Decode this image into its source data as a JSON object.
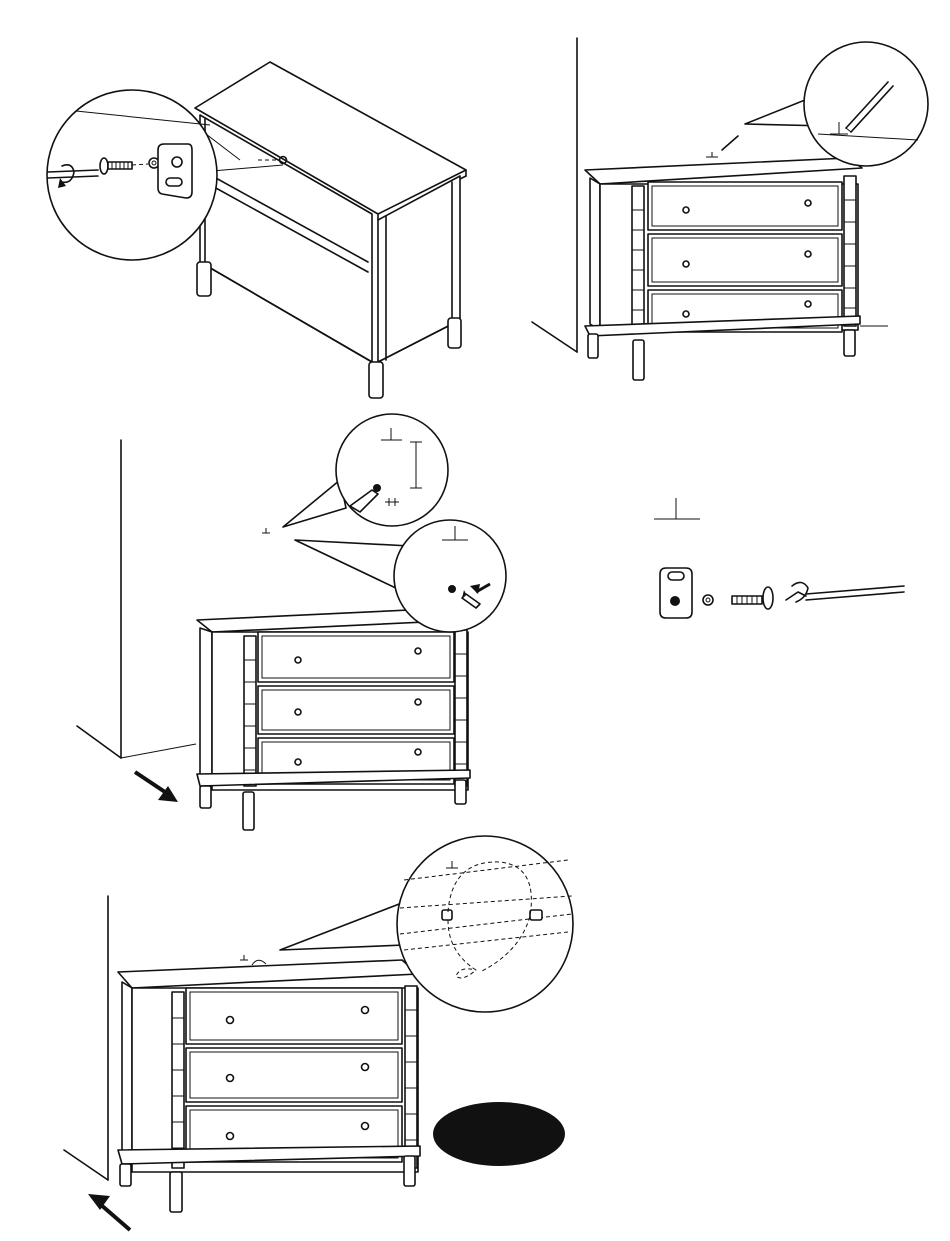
{
  "page": {
    "title": "",
    "steps": [
      {
        "id": "step-1",
        "description": ""
      },
      {
        "id": "step-2",
        "description": ""
      },
      {
        "id": "step-3",
        "description": ""
      },
      {
        "id": "step-4",
        "description": ""
      },
      {
        "id": "step-5",
        "description": ""
      }
    ]
  },
  "colors": {
    "ink": "#111111",
    "paper": "#ffffff"
  },
  "icons": [
    "rotate-arrow-icon",
    "pencil-icon",
    "drill-bit-icon",
    "push-arrow-icon",
    "screwdriver-icon",
    "caution-badge-icon"
  ]
}
